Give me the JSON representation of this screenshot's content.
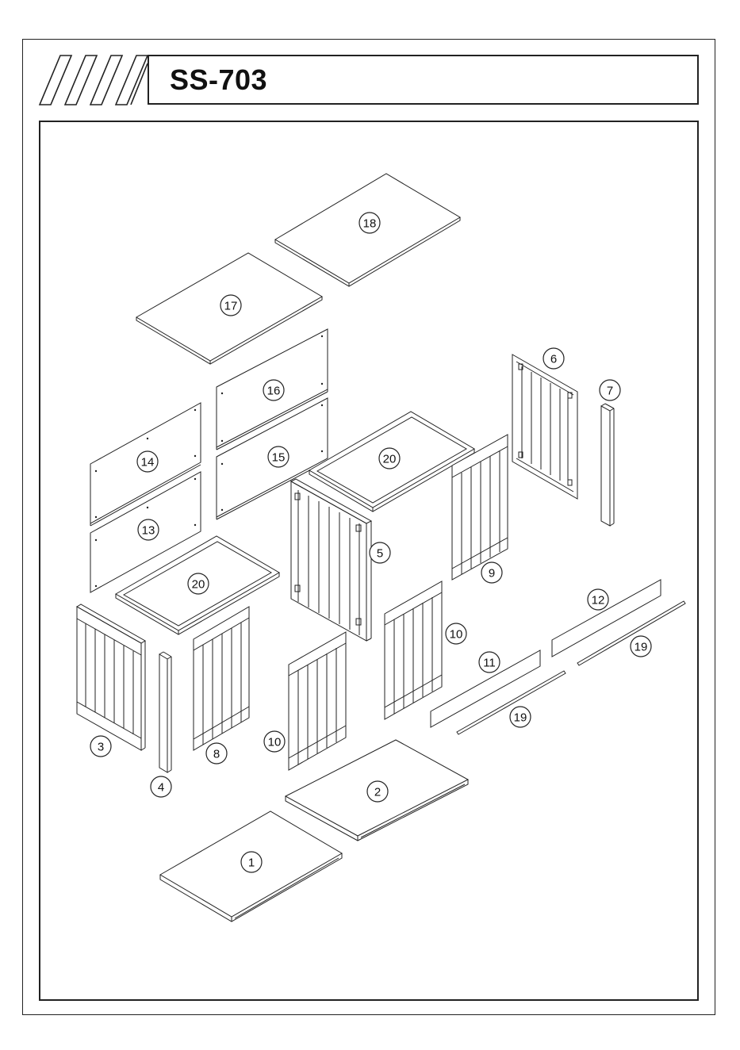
{
  "header": {
    "model": "SS-703"
  },
  "parts": [
    {
      "id": "part-1",
      "number": "1"
    },
    {
      "id": "part-2",
      "number": "2"
    },
    {
      "id": "part-3",
      "number": "3"
    },
    {
      "id": "part-4",
      "number": "4"
    },
    {
      "id": "part-5",
      "number": "5"
    },
    {
      "id": "part-6",
      "number": "6"
    },
    {
      "id": "part-7",
      "number": "7"
    },
    {
      "id": "part-8",
      "number": "8"
    },
    {
      "id": "part-9",
      "number": "9"
    },
    {
      "id": "part-10a",
      "number": "10"
    },
    {
      "id": "part-10b",
      "number": "10"
    },
    {
      "id": "part-11",
      "number": "11"
    },
    {
      "id": "part-12",
      "number": "12"
    },
    {
      "id": "part-13",
      "number": "13"
    },
    {
      "id": "part-14",
      "number": "14"
    },
    {
      "id": "part-15",
      "number": "15"
    },
    {
      "id": "part-16",
      "number": "16"
    },
    {
      "id": "part-17",
      "number": "17"
    },
    {
      "id": "part-18",
      "number": "18"
    },
    {
      "id": "part-19a",
      "number": "19"
    },
    {
      "id": "part-19b",
      "number": "19"
    },
    {
      "id": "part-20a",
      "number": "20"
    },
    {
      "id": "part-20b",
      "number": "20"
    }
  ]
}
